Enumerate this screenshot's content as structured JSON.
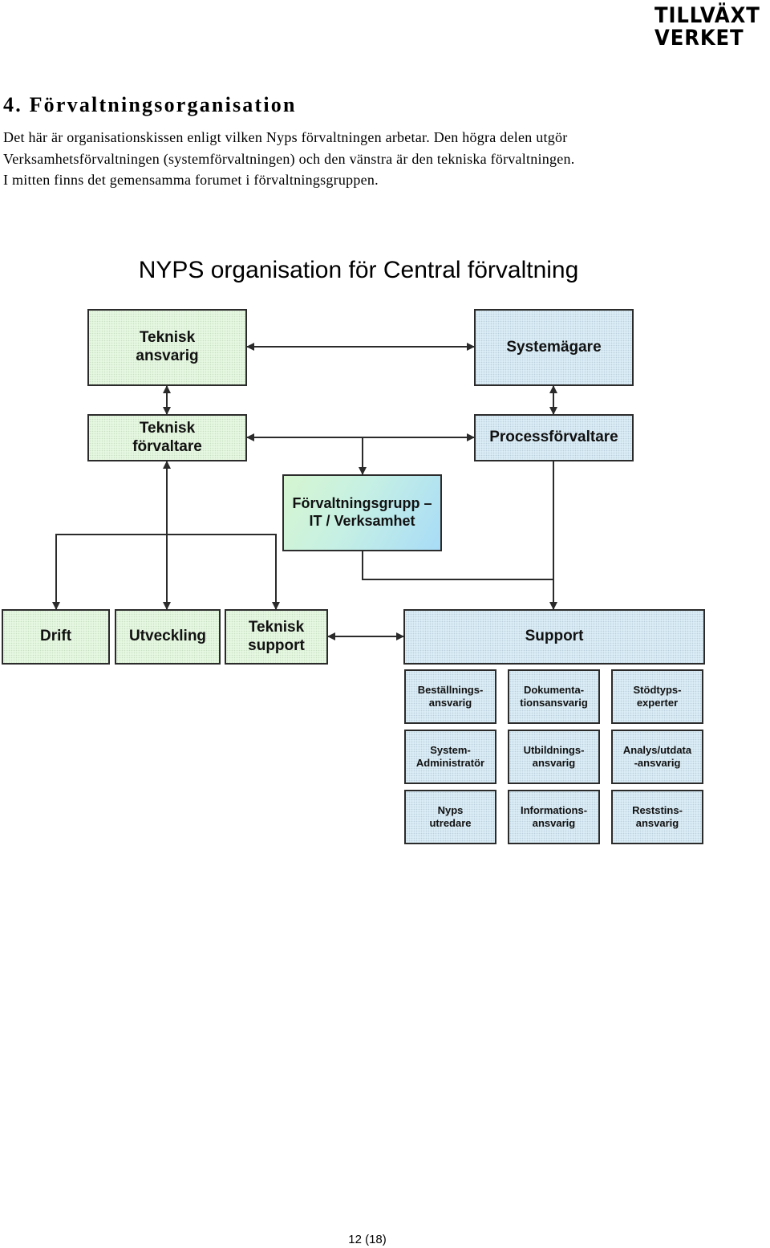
{
  "header": {
    "logo_line1": "TILLVÄXT",
    "logo_line2": "VERKET"
  },
  "section": {
    "heading": "4. Förvaltningsorganisation",
    "intro_lines": [
      "Det här är organisationskissen enligt vilken Nyps förvaltningen arbetar. Den högra delen utgör",
      "Verksamhetsförvaltningen (systemförvaltningen) och den vänstra är den tekniska förvaltningen.",
      "I mitten finns det gemensamma forumet i förvaltningsgruppen."
    ]
  },
  "diagram": {
    "title": "NYPS organisation för Central förvaltning",
    "boxes": {
      "teknisk_ansvarig": [
        "Teknisk",
        "ansvarig"
      ],
      "systemagare": [
        "Systemägare"
      ],
      "teknisk_forvaltare": [
        "Teknisk",
        "förvaltare"
      ],
      "processforvaltare": [
        "Processförvaltare"
      ],
      "forvaltningsgrupp": [
        "Förvaltningsgrupp –",
        "IT / Verksamhet"
      ],
      "drift": [
        "Drift"
      ],
      "utveckling": [
        "Utveckling"
      ],
      "teknisk_support": [
        "Teknisk",
        "support"
      ],
      "support": [
        "Support"
      ],
      "bestallningsansvarig": [
        "Beställnings-",
        "ansvarig"
      ],
      "dokumentationsansvarig": [
        "Dokumenta-",
        "tionsansvarig"
      ],
      "stodtypsexperter": [
        "Stödtyps-",
        "experter"
      ],
      "systemadministrator": [
        "System-",
        "Administratör"
      ],
      "utbildningsansvarig": [
        "Utbildnings-",
        "ansvarig"
      ],
      "analysansvarig": [
        "Analys/utdata",
        "-ansvarig"
      ],
      "nyps_utredare": [
        "Nyps",
        "utredare"
      ],
      "informationsansvarig": [
        "Informations-",
        "ansvarig"
      ],
      "reststinsansvarig": [
        "Reststins-",
        "ansvarig"
      ]
    }
  },
  "footer": {
    "page_number": "12 (18)"
  },
  "colors": {
    "left_box_fill": "#e7f8e2",
    "right_box_fill": "#dbedf6",
    "group_gradient_start": "#d6f6d0",
    "group_gradient_end": "#a8dcf7",
    "line": "#2b2b2b"
  }
}
